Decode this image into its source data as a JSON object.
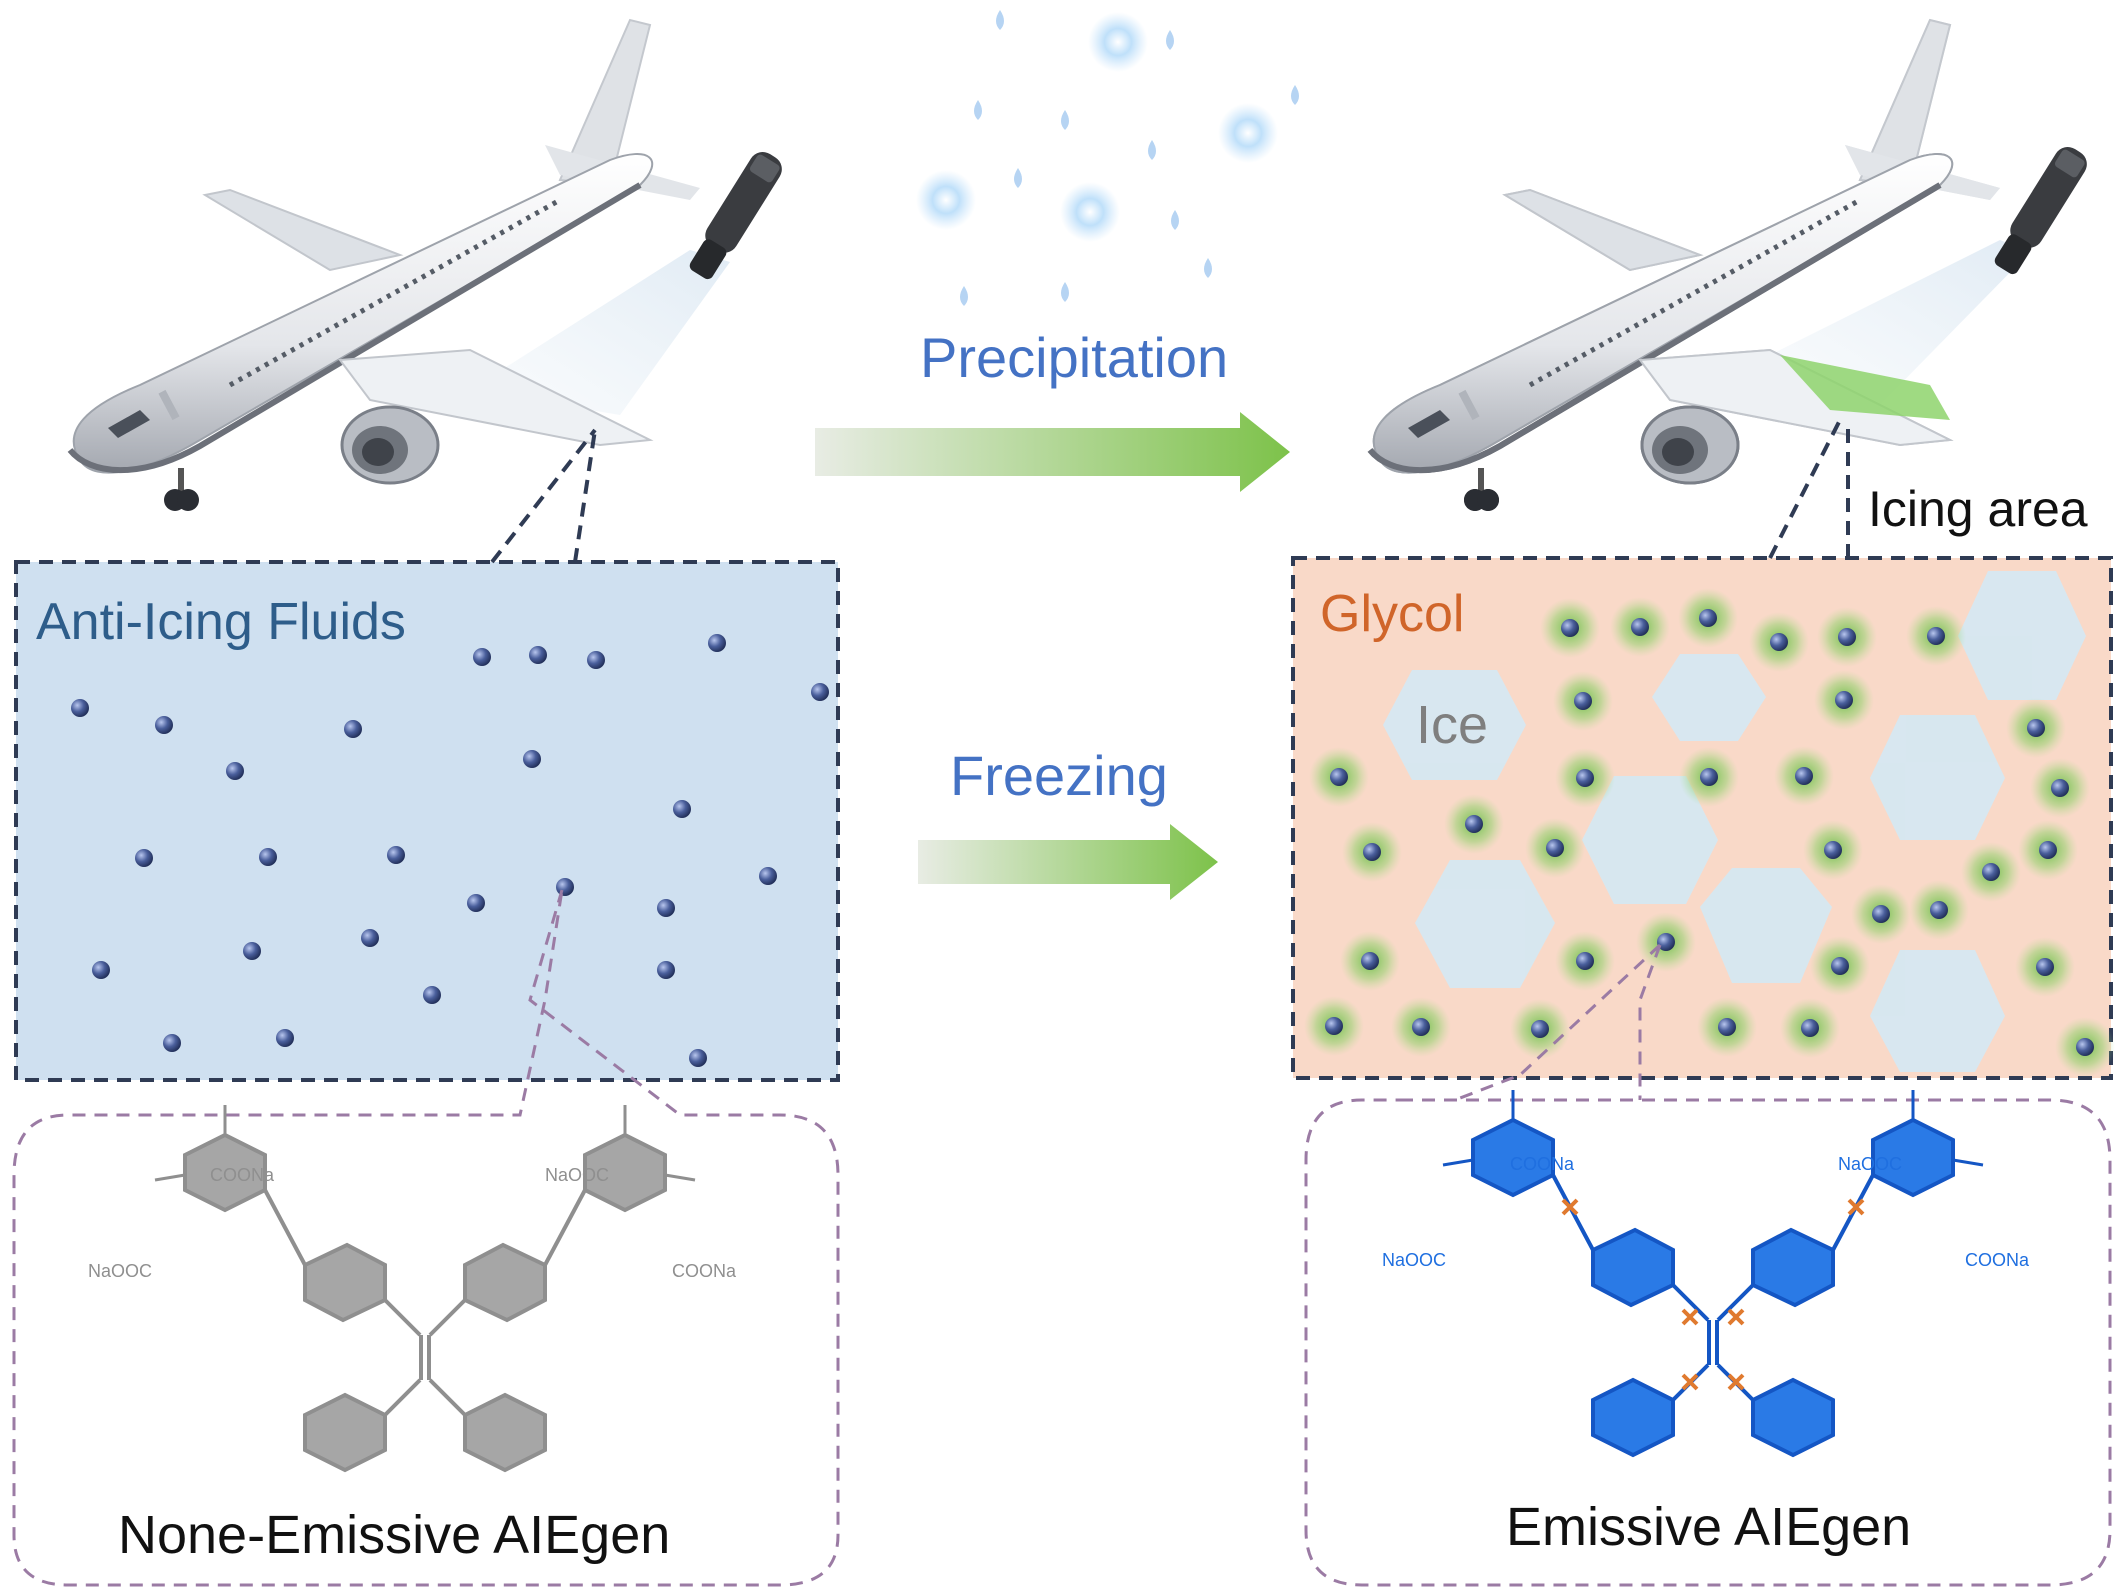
{
  "labels": {
    "precipitation": "Precipitation",
    "freezing": "Freezing",
    "anti_icing_fluids": "Anti-Icing Fluids",
    "glycol": "Glycol",
    "ice": "Ice",
    "icing_area": "Icing area",
    "none_emissive": "None-Emissive AIEgen",
    "emissive": "Emissive AIEgen"
  },
  "chemistry": {
    "group_a": "COONa",
    "group_b": "NaOOC"
  },
  "colors": {
    "fluid_panel": "#cfe0f0",
    "glycol_panel": "#f9d9c8",
    "ice_hexagon": "#d6e8f2",
    "panel_border": "#2f3b54",
    "callout_border": "#9b7ba4",
    "glow_green": "#6cc04a",
    "inactive_molecule": "#a6a6a6",
    "active_molecule": "#1f6fe0",
    "arrow_green": "#7dc24a",
    "text_blue": "#4472c4",
    "text_orange": "#d0652a"
  },
  "icons": [
    "airplane-icon",
    "sprayer-icon",
    "snowflake-icon",
    "raindrop-icon",
    "molecule-dot-icon"
  ]
}
